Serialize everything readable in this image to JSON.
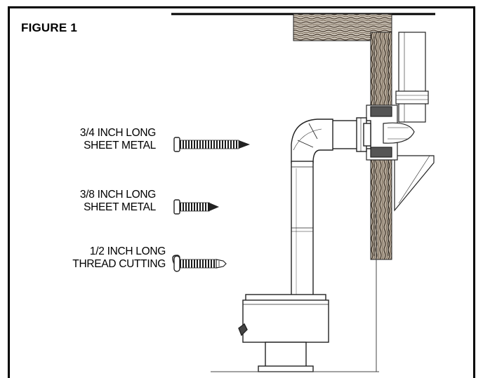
{
  "figure": {
    "title": "FIGURE 1"
  },
  "screws": [
    {
      "line1": "3/4 INCH LONG",
      "line2": "SHEET METAL",
      "icon": "long-sheet-metal-screw"
    },
    {
      "line1": "3/8 INCH LONG",
      "line2": "SHEET METAL",
      "icon": "short-sheet-metal-screw"
    },
    {
      "line1": "1/2 INCH LONG",
      "line2": "THREAD CUTTING",
      "icon": "thread-cutting-screw"
    }
  ],
  "colors": {
    "line": "#000000",
    "wood": "#5a4a3a",
    "background": "#ffffff"
  }
}
